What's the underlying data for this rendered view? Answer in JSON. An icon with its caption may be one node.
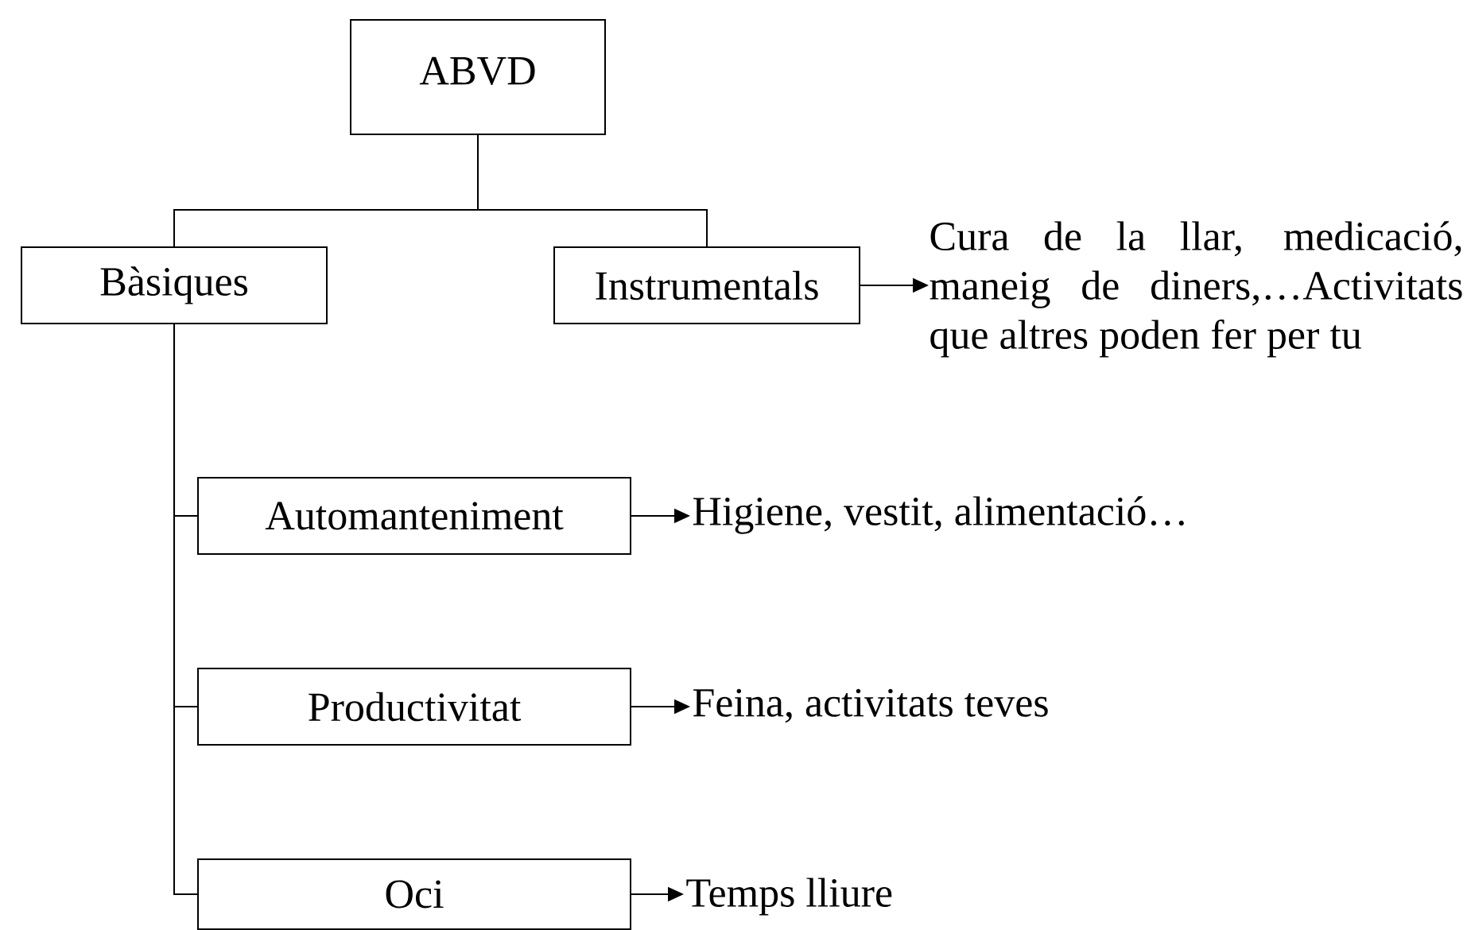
{
  "diagram": {
    "nodes": [
      {
        "text": [
          "ABVD"
        ]
      },
      {
        "text": [
          "Bàsiques"
        ]
      },
      {
        "text": [
          "Instrumentals"
        ]
      },
      {
        "text": [
          "Cura de la llar, medicació, maneig de diners,…Activitats que altres poden fer per tu"
        ]
      },
      {
        "text": [
          "Automanteniment"
        ]
      },
      {
        "text": [
          "Higiene, vestit, alimentació…"
        ]
      },
      {
        "text": [
          "Productivitat"
        ]
      },
      {
        "text": [
          "Feina, activitats teves"
        ]
      },
      {
        "text": [
          "Oci"
        ]
      },
      {
        "text": [
          "Temps lliure"
        ]
      }
    ],
    "edges": [
      {
        "from": 0,
        "to": 1,
        "arrow": "none"
      },
      {
        "from": 0,
        "to": 2,
        "arrow": "none"
      },
      {
        "from": 2,
        "to": 3,
        "arrow": "to"
      },
      {
        "from": 1,
        "to": 4,
        "arrow": "none"
      },
      {
        "from": 1,
        "to": 6,
        "arrow": "none"
      },
      {
        "from": 1,
        "to": 8,
        "arrow": "none"
      },
      {
        "from": 4,
        "to": 5,
        "arrow": "to"
      },
      {
        "from": 6,
        "to": 7,
        "arrow": "to"
      },
      {
        "from": 8,
        "to": 9,
        "arrow": "to"
      }
    ]
  }
}
